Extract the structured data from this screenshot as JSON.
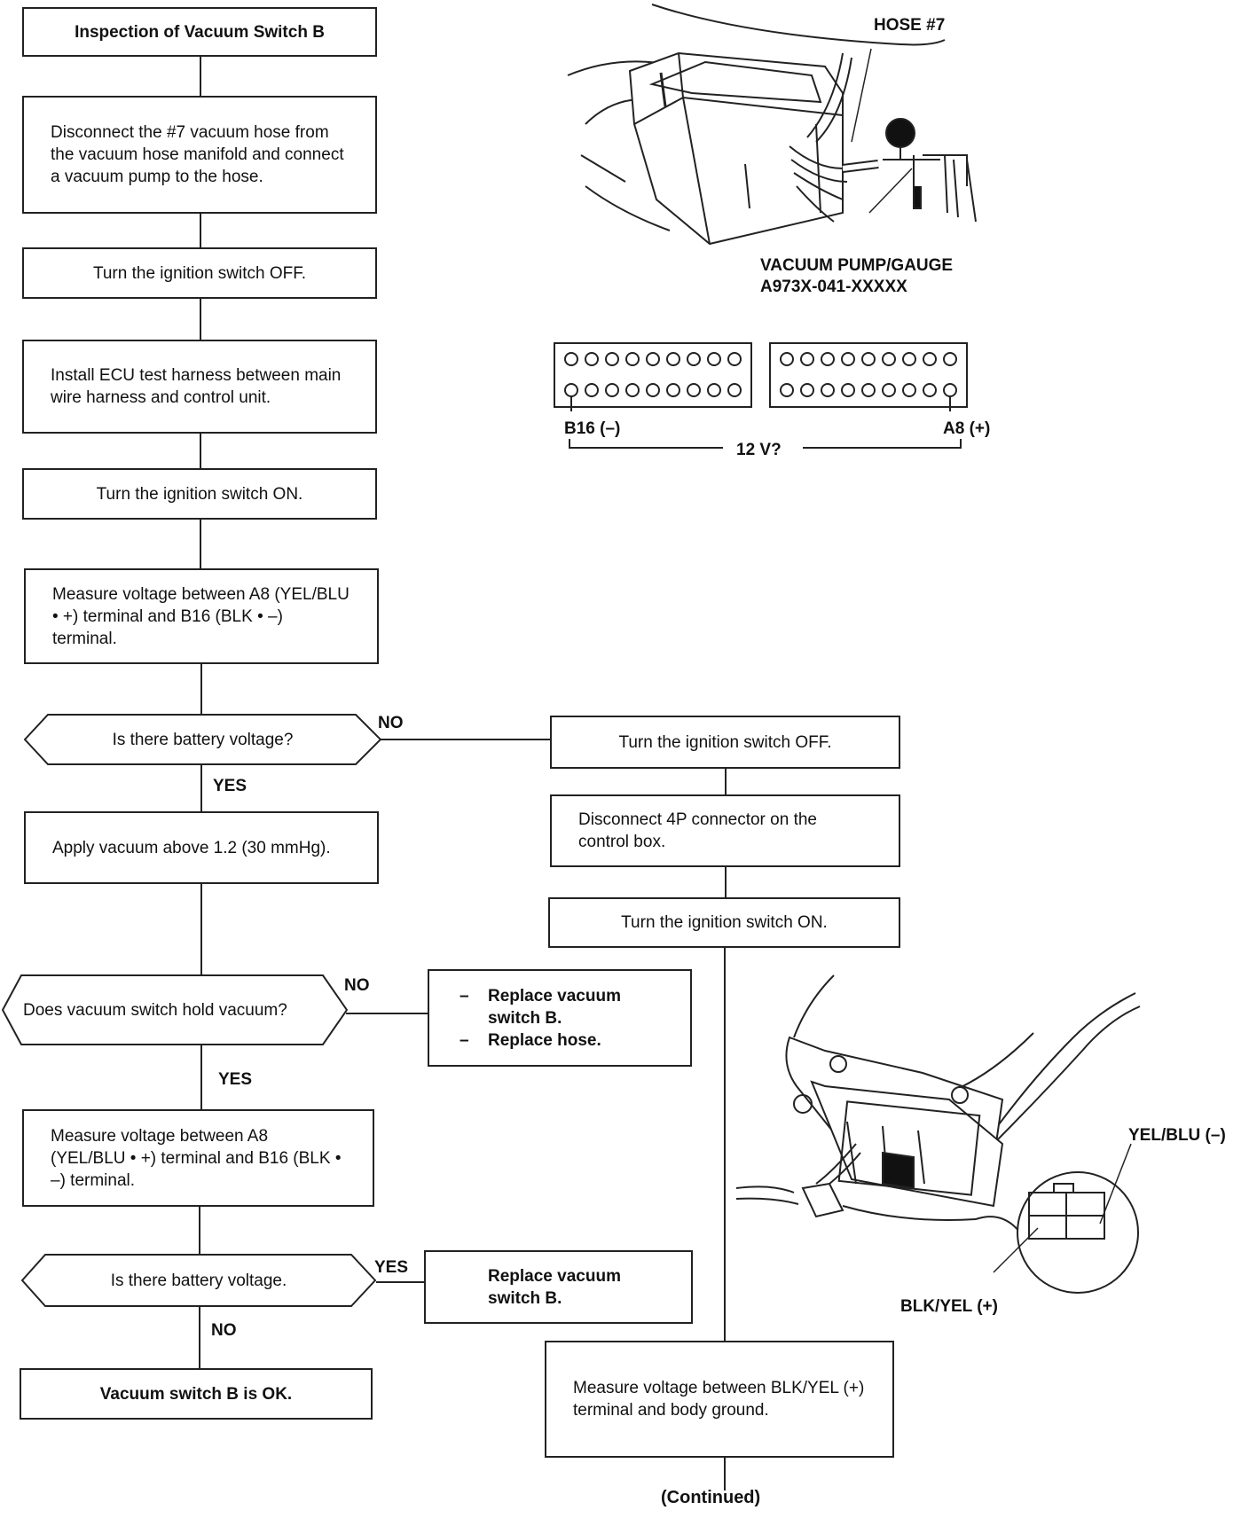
{
  "left": {
    "title": "Inspection of Vacuum Switch B",
    "step_disconnect_hose": "Disconnect the #7 vacuum hose from the vacuum hose manifold and connect a vacuum pump to the hose.",
    "step_ignition_off": "Turn the ignition switch OFF.",
    "step_install_harness": "Install ECU test harness between main wire harness and control unit.",
    "step_ignition_on": "Turn the ignition switch ON.",
    "step_measure_voltage_1": "Measure voltage between A8 (YEL/BLU • +) terminal and B16 (BLK • –) terminal.",
    "q_battery_voltage_1": "Is there battery voltage?",
    "yes_1": "YES",
    "no_1": "NO",
    "step_apply_vacuum": "Apply vacuum above 1.2 (30 mmHg).",
    "q_hold_vacuum": "Does vacuum switch hold vacuum?",
    "no_2": "NO",
    "yes_2": "YES",
    "step_measure_voltage_2": "Measure voltage between A8 (YEL/BLU • +) terminal and B16 (BLK • –) terminal.",
    "q_battery_voltage_2": "Is there battery voltage.",
    "yes_3": "YES",
    "no_3": "NO",
    "result_ok": "Vacuum switch B is OK."
  },
  "right": {
    "step_ignition_off": "Turn the ignition switch OFF.",
    "step_disconnect_4p": "Disconnect 4P connector on the control box.",
    "step_ignition_on": "Turn the ignition switch ON.",
    "replace_items": [
      "Replace vacuum switch B.",
      "Replace hose."
    ],
    "replace_switch": "Replace vacuum switch B.",
    "step_measure_blk_yel": "Measure voltage between BLK/YEL (+) terminal and body ground.",
    "continued": "(Continued)"
  },
  "illustrations": {
    "hose_label": "HOSE #7",
    "pump_label_1": "VACUUM PUMP/GAUGE",
    "pump_label_2": "A973X-041-XXXXX",
    "b16_label": "B16 (–)",
    "a8_label": "A8 (+)",
    "voltage_label": "12 V?",
    "yel_blu_label": "YEL/BLU (–)",
    "blk_yel_label": "BLK/YEL (+)"
  }
}
